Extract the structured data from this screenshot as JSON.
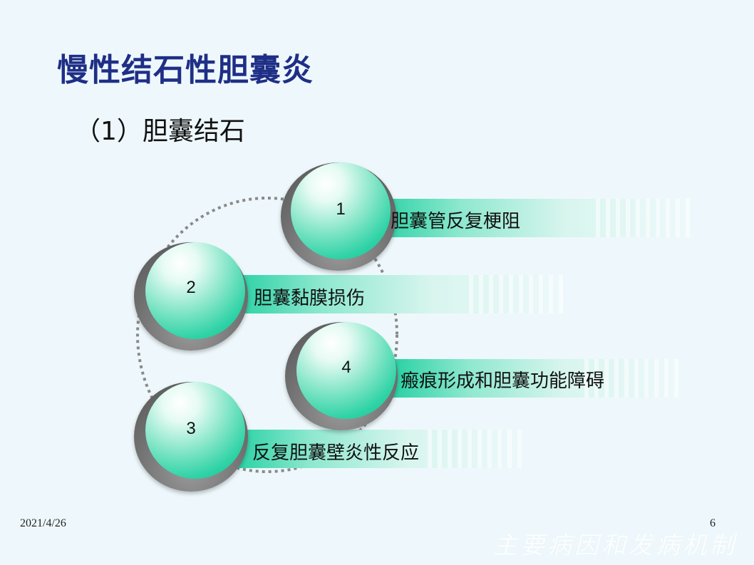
{
  "slide": {
    "title": "慢性结石性胆囊炎",
    "subtitle": "（1）胆囊结石",
    "items": [
      {
        "number": "1",
        "label": "胆囊管反复梗阻"
      },
      {
        "number": "2",
        "label": "胆囊黏膜损伤"
      },
      {
        "number": "3",
        "label": "反复胆囊壁炎性反应"
      },
      {
        "number": "4",
        "label": "瘢痕形成和胆囊功能障碍"
      }
    ],
    "footer": {
      "date": "2021/4/26",
      "page": "6",
      "watermark": "主要病因和发病机制"
    }
  },
  "colors": {
    "title": "#1f2f86",
    "accent": "#1ecfa0",
    "background": "#eef8fc"
  }
}
